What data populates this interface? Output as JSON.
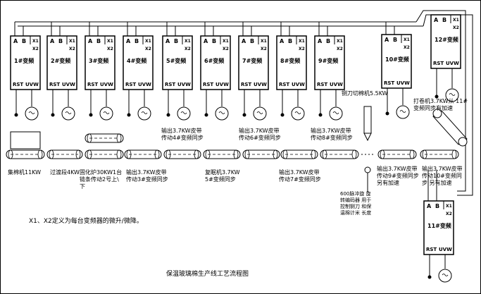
{
  "inverters": [
    {
      "id": "inv-1",
      "name": "1#变频"
    },
    {
      "id": "inv-2",
      "name": "2#变频"
    },
    {
      "id": "inv-3",
      "name": "3#变频"
    },
    {
      "id": "inv-4",
      "name": "4#变频"
    },
    {
      "id": "inv-5",
      "name": "5#变频"
    },
    {
      "id": "inv-6",
      "name": "6#变频"
    },
    {
      "id": "inv-7",
      "name": "7#变频"
    },
    {
      "id": "inv-8",
      "name": "8#变频"
    },
    {
      "id": "inv-9",
      "name": "9#变频"
    },
    {
      "id": "inv-10",
      "name": "10#变频"
    },
    {
      "id": "inv-12",
      "name": "12#变频"
    },
    {
      "id": "inv-11",
      "name": "11#变频"
    }
  ],
  "terminals": {
    "a": "A",
    "b": "B",
    "x1": "X1",
    "x2": "X2",
    "rst": "RST",
    "uvw": "UVW"
  },
  "labels": {
    "collector": "集棉机11KW",
    "transition": "过渡段4KW",
    "curing": "固化炉30KW1台 链条传动2号上\\ 下",
    "out3": "输出3.7KW皮带 传动3#变频同步",
    "out4": "输出3.7KW皮带 传动4#变频同步",
    "out6": "输出3.7KW皮带 传动6#变频同步",
    "out8": "输出3.7KW皮带 传动8#变频同步",
    "compound": "复眠机3.7KW 5#变频同步",
    "out7": "输出3.7KW皮带 传动7#变频同步",
    "cutter": "铡刀切棉机5.5KW",
    "winder": "打卷机3.7KW从 11#变频同步有加速",
    "out9": "输出3.7KW皮带 传动9#变频同步 另有加速",
    "out10": "输出3.7KW皮带 传动10#变频同步 另有加速",
    "encoder": "600脉冲旋 旋转编码器 用于控制铡刀 和保温棉计米 长度",
    "note": "X1、X2定义为每台变频器的微升/微降。",
    "title": "保温玻璃棉生产线工艺流程图"
  }
}
